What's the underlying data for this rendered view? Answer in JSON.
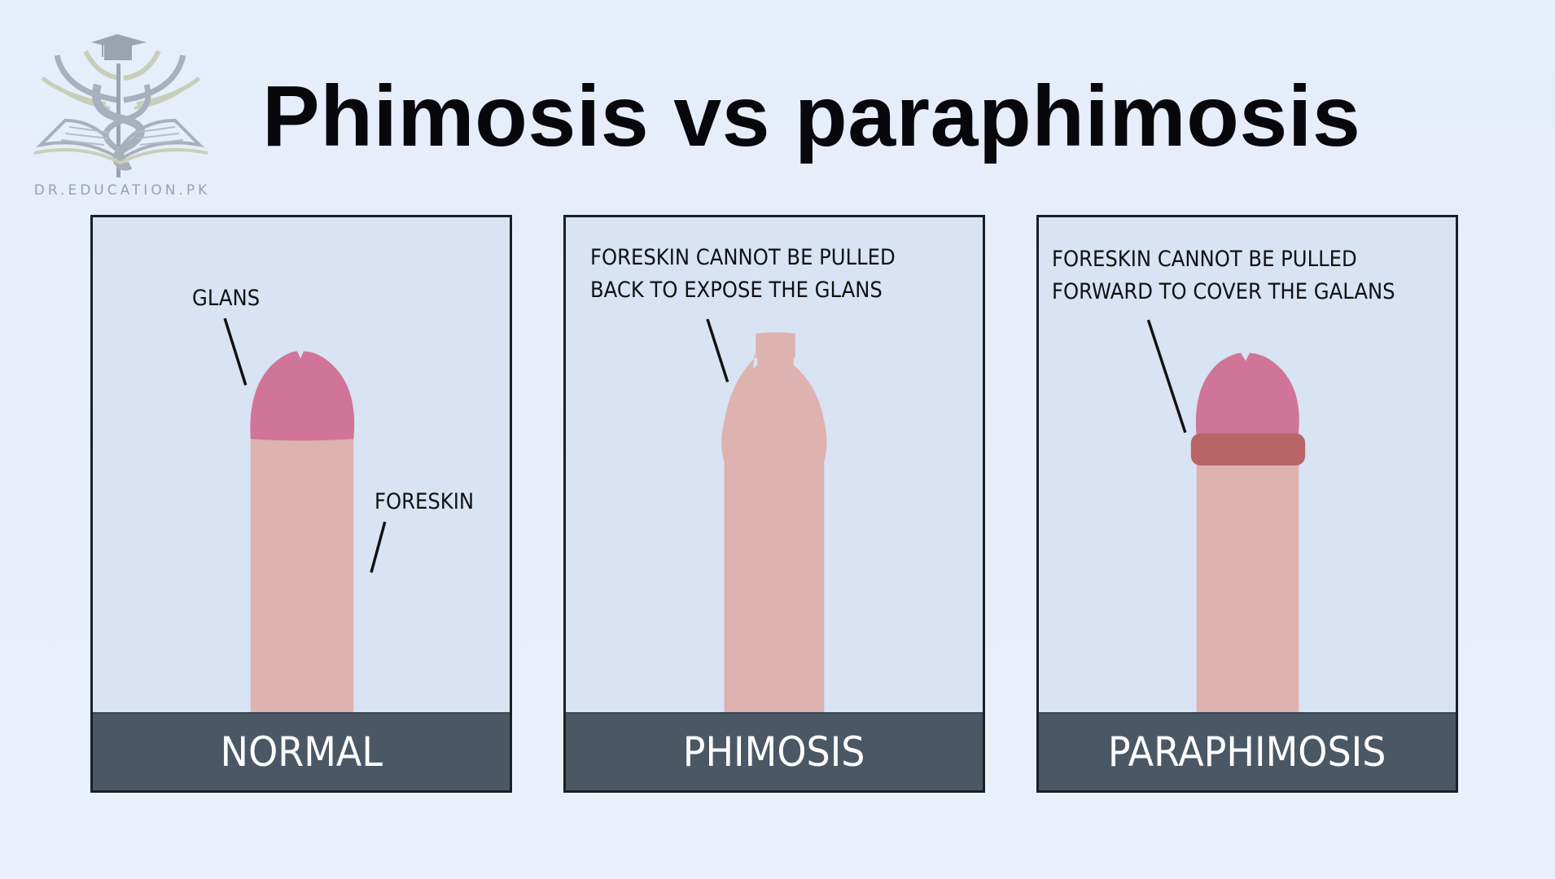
{
  "brand": {
    "logo_icon": "caduceus-graduation-cap-book-icon",
    "logo_text": "DR.EDUCATION.PK"
  },
  "title": "Phimosis vs paraphimosis",
  "colors": {
    "background": "#e6edfb",
    "panel_bg": "#d8e3f4",
    "panel_border": "#1a1f26",
    "footer_bg": "#4a5866",
    "footer_text": "#ffffff",
    "shaft": "#deb2ae",
    "glans": "#d07597",
    "constriction_ring": "#b96568"
  },
  "panels": [
    {
      "id": "normal",
      "caption": "NORMAL",
      "labels": [
        {
          "text": "GLANS"
        },
        {
          "text": "FORESKIN"
        }
      ]
    },
    {
      "id": "phimosis",
      "caption": "PHIMOSIS",
      "note_lines": [
        "FORESKIN CANNOT BE PULLED",
        "BACK TO EXPOSE THE GLANS"
      ]
    },
    {
      "id": "paraphimosis",
      "caption": "PARAPHIMOSIS",
      "note_lines": [
        "FORESKIN CANNOT BE PULLED",
        "FORWARD TO COVER THE GALANS"
      ]
    }
  ]
}
